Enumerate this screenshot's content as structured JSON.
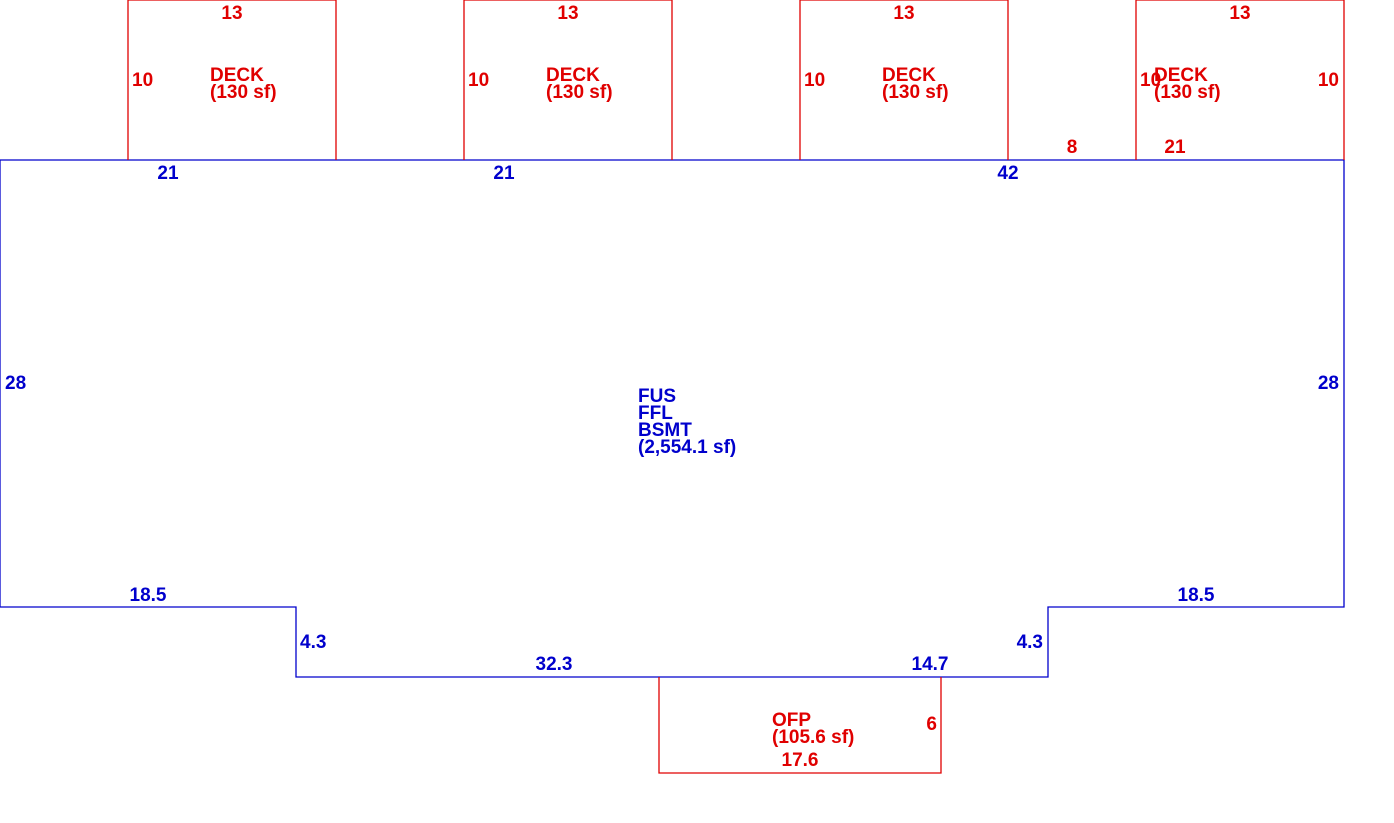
{
  "colors": {
    "main_structure": "#0000cc",
    "addition": "#e00000",
    "background": "#ffffff"
  },
  "main_area": {
    "labels": [
      "FUS",
      "FFL",
      "BSMT"
    ],
    "area": "(2,554.1 sf)",
    "dimensions": {
      "top_left": "21",
      "top_mid": "21",
      "top_right": "42",
      "left": "28",
      "right": "28",
      "bottom_left": "18.5",
      "bottom_right": "18.5",
      "step_left": "4.3",
      "step_right": "4.3",
      "bottom_mid": "32.3",
      "bottom_mid_right": "14.7"
    }
  },
  "decks": [
    {
      "label": "DECK",
      "area": "(130 sf)",
      "width": "13",
      "height": "10"
    },
    {
      "label": "DECK",
      "area": "(130 sf)",
      "width": "13",
      "height": "10"
    },
    {
      "label": "DECK",
      "area": "(130 sf)",
      "width": "13",
      "height": "10"
    },
    {
      "label": "DECK",
      "area": "(130 sf)",
      "width": "13",
      "height_left": "10",
      "height_right": "10",
      "gap": "8",
      "bottom": "21"
    }
  ],
  "porch": {
    "label": "OFP",
    "area": "(105.6 sf)",
    "width": "17.6",
    "height": "6"
  }
}
